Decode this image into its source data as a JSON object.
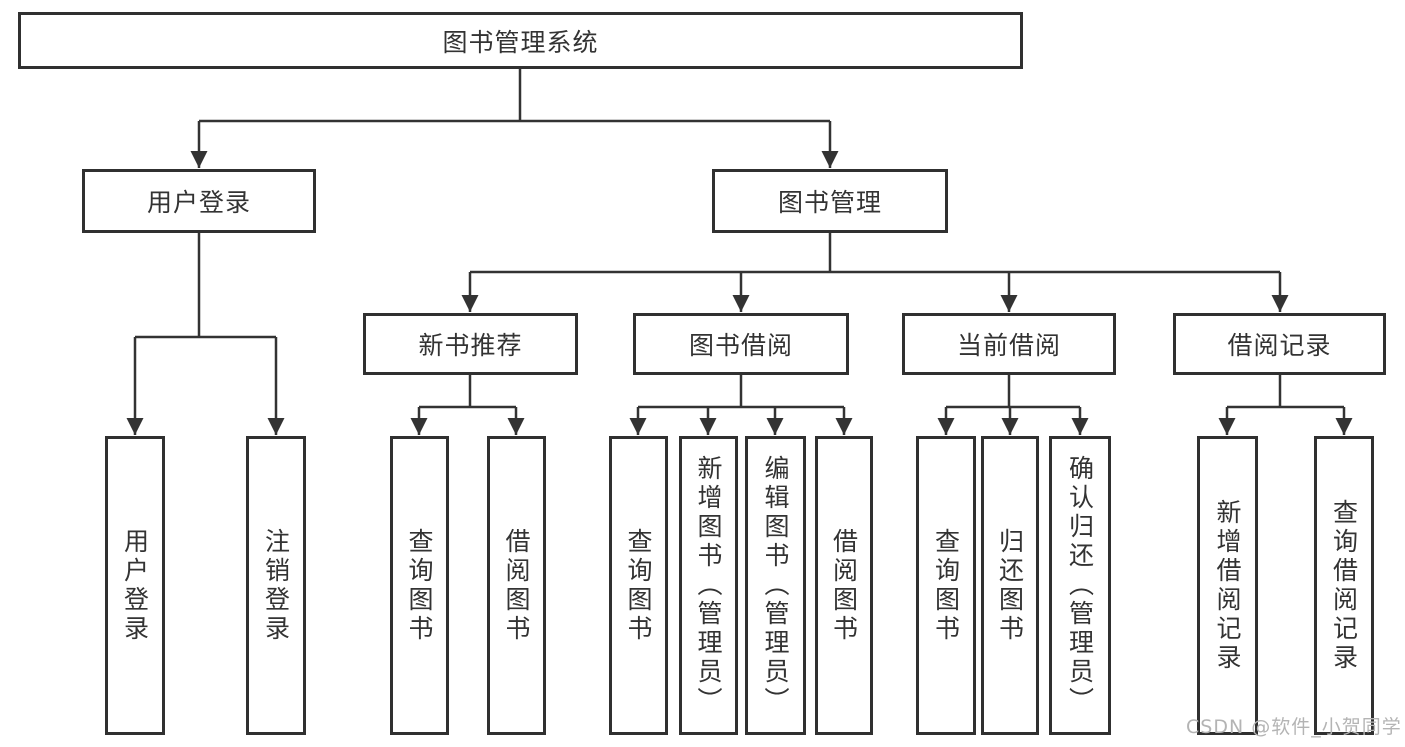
{
  "diagram": {
    "type": "hierarchy-tree",
    "root": {
      "label": "图书管理系统"
    },
    "level2": [
      {
        "id": "user-login",
        "label": "用户登录",
        "parent": "root"
      },
      {
        "id": "book-management",
        "label": "图书管理",
        "parent": "root"
      }
    ],
    "level3": [
      {
        "id": "new-book-recommend",
        "label": "新书推荐",
        "parent": "book-management"
      },
      {
        "id": "book-borrowing",
        "label": "图书借阅",
        "parent": "book-management"
      },
      {
        "id": "current-borrowing",
        "label": "当前借阅",
        "parent": "book-management"
      },
      {
        "id": "borrowing-records",
        "label": "借阅记录",
        "parent": "book-management"
      }
    ],
    "leaves": [
      {
        "label": "用户登录",
        "parent": "user-login"
      },
      {
        "label": "注销登录",
        "parent": "user-login"
      },
      {
        "label": "查询图书",
        "parent": "new-book-recommend"
      },
      {
        "label": "借阅图书",
        "parent": "new-book-recommend"
      },
      {
        "label": "查询图书",
        "parent": "book-borrowing"
      },
      {
        "label": "新增图书（管理员）",
        "parent": "book-borrowing"
      },
      {
        "label": "编辑图书（管理员）",
        "parent": "book-borrowing"
      },
      {
        "label": "借阅图书",
        "parent": "book-borrowing"
      },
      {
        "label": "查询图书",
        "parent": "current-borrowing"
      },
      {
        "label": "归还图书",
        "parent": "current-borrowing"
      },
      {
        "label": "确认归还（管理员）",
        "parent": "current-borrowing"
      },
      {
        "label": "新增借阅记录",
        "parent": "borrowing-records"
      },
      {
        "label": "查询借阅记录",
        "parent": "borrowing-records"
      }
    ]
  },
  "watermark": {
    "text": "CSDN @软件_小贺同学"
  },
  "colors": {
    "line": "#333333",
    "box_border": "#303030",
    "text": "#333333",
    "watermark": "#b4b4b4",
    "background": "#ffffff"
  }
}
